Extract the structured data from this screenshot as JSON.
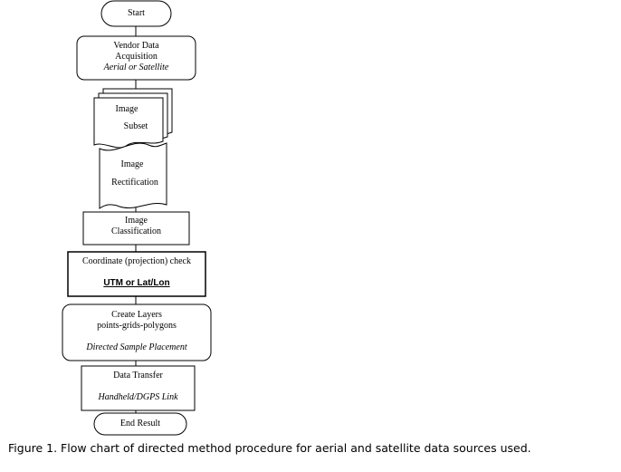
{
  "diagram": {
    "start": "Start",
    "vendor": {
      "line1": "Vendor Data",
      "line2": "Acquisition",
      "line3": "Aerial or Satellite"
    },
    "subset": {
      "line1": "Image",
      "line2": "Subset"
    },
    "rectification": {
      "line1": "Image",
      "line2": "Rectification"
    },
    "classification": {
      "line1": "Image",
      "line2": "Classification"
    },
    "coordinate": {
      "line1": "Coordinate (projection) check",
      "line2": "UTM or Lat/Lon"
    },
    "layers": {
      "line1": "Create Layers",
      "line2": "points-grids-polygons",
      "line3": "Directed Sample Placement"
    },
    "transfer": {
      "line1": "Data Transfer",
      "line2": "Handheld/DGPS Link"
    },
    "end": "End Result"
  },
  "caption": "Figure 1. Flow chart of directed method procedure for aerial and satellite data sources used."
}
